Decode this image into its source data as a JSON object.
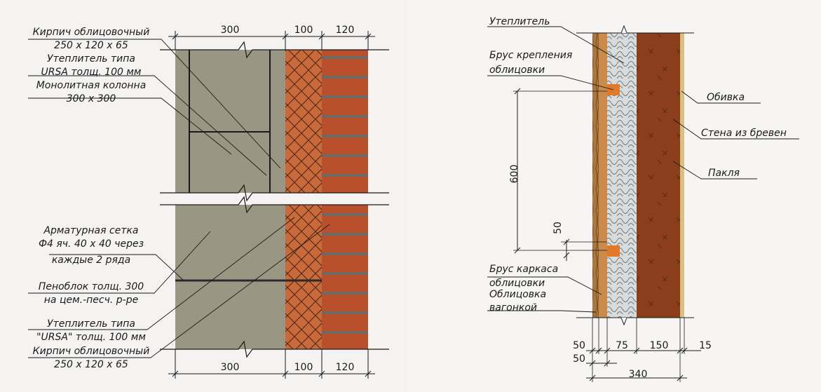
{
  "left": {
    "top_dims": [
      "300",
      "100",
      "120"
    ],
    "bottom_dims": [
      "300",
      "100",
      "120"
    ],
    "labels": [
      "Кирпич облицовочный",
      "250 x 120 x 65",
      "Утеплитель типа",
      "URSA  толщ. 100 мм",
      "Монолитная колонна",
      "300 x 300",
      "Арматурная сетка",
      "Ф4 яч. 40 x 40 через",
      "каждые 2 ряда",
      "Пеноблок толщ. 300",
      "на цем.-песч. р-ре",
      "Утеплитель типа",
      "\"URSA\" толщ. 100 мм",
      "Кирпич облицовочный",
      "250 x 120 x 65"
    ]
  },
  "right": {
    "labels": [
      "Утеплитель",
      "Брус крепления",
      "облицовки",
      "Обивка",
      "Стена из бревен",
      "Пакля",
      "Брус каркаса",
      "облицовки",
      "Облицовка",
      "вагонкой"
    ],
    "vertical_dims": [
      "600",
      "50"
    ],
    "bottom_dims": [
      "50",
      "75",
      "150",
      "15",
      "50",
      "340"
    ]
  }
}
